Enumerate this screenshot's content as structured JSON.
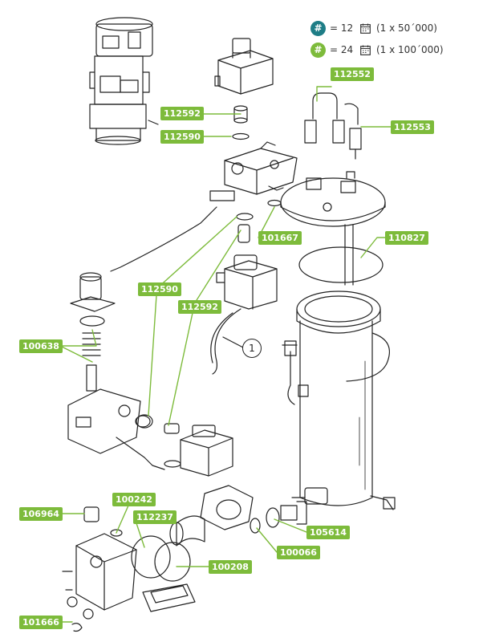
{
  "legend": {
    "row1": {
      "symbol": "#",
      "color": "#1e7d86",
      "count": "= 12",
      "interval": "(1 x 50´000)"
    },
    "row2": {
      "symbol": "#",
      "color": "#7dbb3b",
      "count": "= 24",
      "interval": "(1 x 100´000)"
    }
  },
  "callout_number": "1",
  "part_labels": {
    "p112552": "112552",
    "p112592a": "112592",
    "p112590a": "112590",
    "p112553": "112553",
    "p110827": "110827",
    "p101667": "101667",
    "p112590b": "112590",
    "p112592b": "112592",
    "p100638": "100638",
    "p106964": "106964",
    "p100242": "100242",
    "p112237": "112237",
    "p100208": "100208",
    "p105614": "105614",
    "p100066": "100066",
    "p101666": "101666"
  },
  "colors": {
    "label_green": "#7dbb3b",
    "legend_teal": "#1e7d86",
    "line": "#222222"
  }
}
